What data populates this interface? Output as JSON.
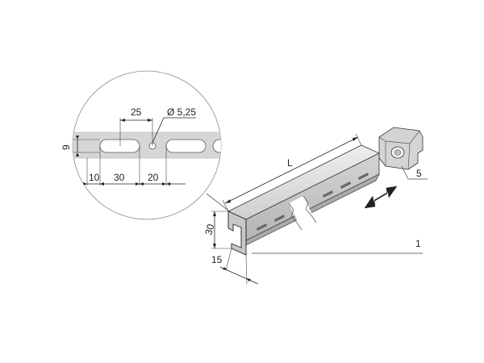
{
  "detail": {
    "dim_pitch": "25",
    "dim_hole_dia": "Ø 5,25",
    "dim_height": "9",
    "dim_edge": "10",
    "dim_slot": "30",
    "dim_gap": "20"
  },
  "rail": {
    "dim_length": "L",
    "dim_height": "30",
    "dim_width": "15"
  },
  "callouts": {
    "rail_label": "1",
    "nut_label": "5"
  },
  "colors": {
    "metal": "#d8d8d8",
    "metal_dark": "#b9b9b9",
    "line": "#333333"
  }
}
